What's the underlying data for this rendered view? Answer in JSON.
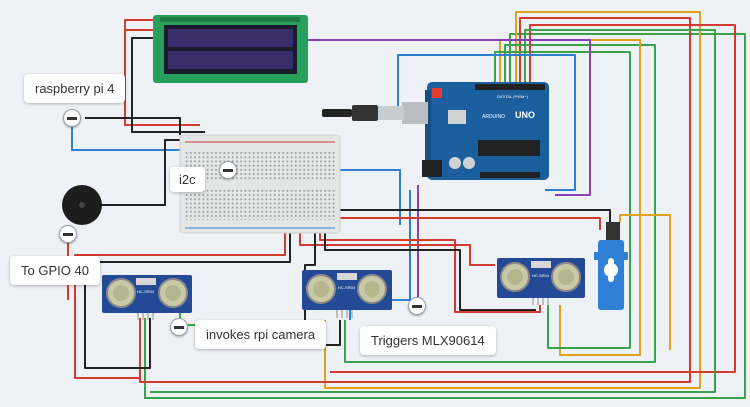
{
  "annotations": [
    {
      "id": "note-raspberry-pi",
      "text": "raspberry pi 4"
    },
    {
      "id": "note-i2c",
      "text": "i2c"
    },
    {
      "id": "note-gpio40",
      "text": "To GPIO 40"
    },
    {
      "id": "note-camera",
      "text": "invokes rpi camera"
    },
    {
      "id": "note-mlx",
      "text": "Triggers MLX90614"
    }
  ],
  "arduino": {
    "brand": "ARDUINO",
    "model": "UNO",
    "label": "DIGITAL (PWM~)"
  },
  "sensor_label": "HC-SR04",
  "colors": {
    "wire_red": "#d23b30",
    "wire_green": "#3aa34a",
    "wire_orange": "#e0a21a",
    "wire_blue": "#2f7fd1",
    "wire_purple": "#8a3fb5",
    "wire_black": "#222222",
    "board_blue": "#1c5f9e",
    "breadboard": "#e4e5e5",
    "lcd_green": "#27a05a",
    "sensor_blue": "#244a96"
  }
}
